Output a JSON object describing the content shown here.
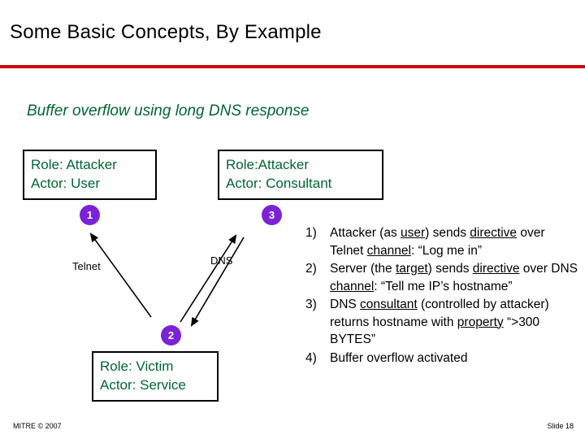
{
  "slide": {
    "title": "Some Basic Concepts, By Example",
    "subtitle": "Buffer overflow using long DNS response",
    "accent_color": "#cc0000",
    "subtitle_color": "#006633",
    "circle_color": "#7b22d6"
  },
  "boxes": [
    {
      "id": "attacker-user",
      "line1": "Role: Attacker",
      "line2": "Actor: User"
    },
    {
      "id": "attacker-consultant",
      "line1": "Role:Attacker",
      "line2": "Actor: Consultant"
    },
    {
      "id": "victim-service",
      "line1": "Role: Victim",
      "line2": "Actor: Service"
    }
  ],
  "markers": [
    {
      "id": "one",
      "label": "1"
    },
    {
      "id": "two",
      "label": "2"
    },
    {
      "id": "three",
      "label": "3"
    }
  ],
  "arrow_labels": {
    "telnet": "Telnet",
    "dns": "DNS"
  },
  "steps": [
    {
      "num": "1)",
      "parts": [
        {
          "t": "Attacker (as ",
          "u": false
        },
        {
          "t": "user",
          "u": true
        },
        {
          "t": ") sends ",
          "u": false
        },
        {
          "t": "directive",
          "u": true
        },
        {
          "t": " over Telnet ",
          "u": false
        },
        {
          "t": "channel",
          "u": true
        },
        {
          "t": ": “Log me in”",
          "u": false
        }
      ]
    },
    {
      "num": "2)",
      "parts": [
        {
          "t": "Server (the ",
          "u": false
        },
        {
          "t": "target",
          "u": true
        },
        {
          "t": ") sends ",
          "u": false
        },
        {
          "t": "directive",
          "u": true
        },
        {
          "t": " over DNS ",
          "u": false
        },
        {
          "t": "channel",
          "u": true
        },
        {
          "t": ": “Tell me IP’s hostname”",
          "u": false
        }
      ]
    },
    {
      "num": "3)",
      "parts": [
        {
          "t": "DNS ",
          "u": false
        },
        {
          "t": "consultant",
          "u": true
        },
        {
          "t": " (controlled by attacker) returns hostname with ",
          "u": false
        },
        {
          "t": "property",
          "u": true
        },
        {
          "t": " “>300 BYTES”",
          "u": false
        }
      ]
    },
    {
      "num": "4)",
      "parts": [
        {
          "t": "Buffer overflow activated",
          "u": false
        }
      ]
    }
  ],
  "footer": {
    "left": "MITRE © 2007",
    "right": "Slide 18"
  }
}
